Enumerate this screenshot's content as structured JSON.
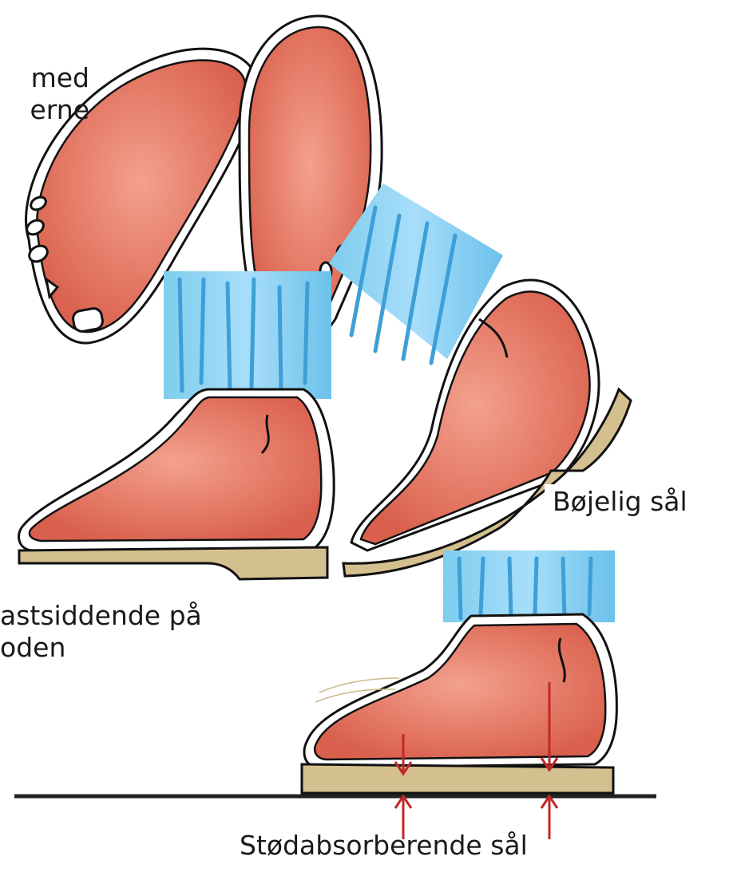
{
  "labels": {
    "toes_line1": "med",
    "toes_line2": "erne",
    "flexible_sole": "Bøjelig sål",
    "fixed_line1": "astsiddende på",
    "fixed_line2": "oden",
    "shock_absorbing_sole": "Stødabsorberende sål"
  },
  "colors": {
    "skin": "#e0705e",
    "skin_light": "#f0a594",
    "sock": "#8fd3ef",
    "sock_stripe": "#3e9fd8",
    "sole": "#d4c08e",
    "sole_edge": "#a08a55",
    "outline": "#111111",
    "arrow": "#c0282a",
    "ground": "#222222"
  }
}
